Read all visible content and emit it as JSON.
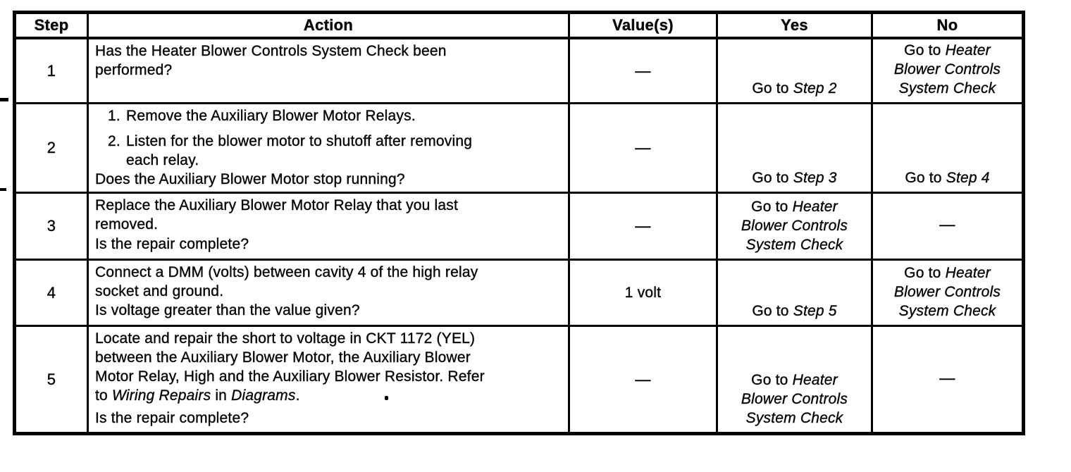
{
  "table": {
    "headers": {
      "step": "Step",
      "action": "Action",
      "values": "Value(s)",
      "yes": "Yes",
      "no": "No"
    },
    "rows": [
      {
        "step": "1",
        "action_text": "Has the Heater Blower Controls System Check been\nperformed?",
        "value": "—",
        "yes_prefix": "Go to",
        "yes_target": "Step 2",
        "no_prefix": "Go to",
        "no_target": "Heater\nBlower Controls\nSystem Check"
      },
      {
        "step": "2",
        "action_list": [
          "Remove the Auxiliary Blower Motor Relays.",
          "Listen for the blower motor to shutoff after removing\neach relay."
        ],
        "action_question": "Does the Auxiliary Blower Motor stop running?",
        "value": "—",
        "yes_prefix": "Go to",
        "yes_target": "Step 3",
        "no_prefix": "Go to",
        "no_target": "Step 4"
      },
      {
        "step": "3",
        "action_text": "Replace the Auxiliary Blower Motor Relay that you last\nremoved.",
        "action_question": "Is the repair complete?",
        "value": "—",
        "yes_prefix": "Go to",
        "yes_target": "Heater\nBlower Controls\nSystem Check",
        "no": "—"
      },
      {
        "step": "4",
        "action_text": "Connect a DMM (volts) between cavity 4 of the high relay\nsocket and ground.",
        "action_question": "Is voltage greater than the value given?",
        "value": "1 volt",
        "yes_prefix": "Go to",
        "yes_target": "Step 5",
        "no_prefix": "Go to",
        "no_target": "Heater\nBlower Controls\nSystem Check"
      },
      {
        "step": "5",
        "action_part1": "Locate and repair the short to voltage in CKT 1172 (YEL)\nbetween the Auxiliary Blower Motor, the Auxiliary Blower\nMotor Relay, High and the Auxiliary Blower Resistor. Refer\nto ",
        "action_italic1": "Wiring Repairs",
        "action_part2": " in ",
        "action_italic2": "Diagrams",
        "action_part3": ".",
        "action_question": "Is the repair complete?",
        "value": "—",
        "yes_prefix": "Go to",
        "yes_target": "Heater\nBlower Controls\nSystem Check",
        "no": "—"
      }
    ]
  },
  "colors": {
    "ink": "#0a0a0a",
    "paper": "#ffffff"
  }
}
